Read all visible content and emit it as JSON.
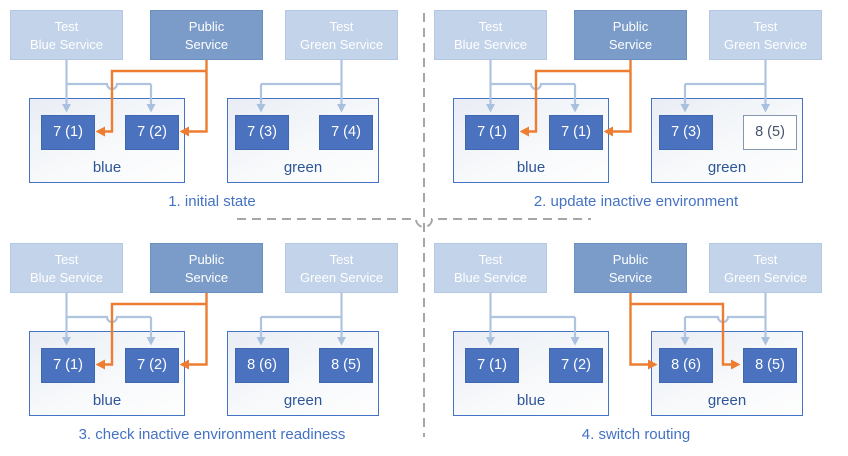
{
  "colors": {
    "pod_fill": "#4a72be",
    "pod_border": "#3e67b2",
    "pod_text": "#ffffff",
    "outlined_pod_fill": "#ffffff",
    "outlined_pod_border": "#8496b0",
    "outlined_pod_text": "#44546a",
    "test_service_fill": "#c3d3e9",
    "public_service_fill": "#7b9cc9",
    "service_text": "#ffffff",
    "test_connector": "#afc4e0",
    "public_connector_orange": "#ed7d31",
    "environment_border": "#4472c4",
    "environment_label_text": "#2e5597",
    "caption_text": "#4472c4",
    "divider_gray": "#a6a6a6"
  },
  "panels": [
    {
      "caption": "1. initial state",
      "public_traffic_target": "blue",
      "services": [
        {
          "line1": "Test",
          "line2": "Blue Service"
        },
        {
          "line1": "Public",
          "line2": "Service"
        },
        {
          "line1": "Test",
          "line2": "Green Service"
        }
      ],
      "environments": [
        {
          "label": "blue",
          "pods": [
            {
              "label": "7 (1)",
              "style": "solid"
            },
            {
              "label": "7 (2)",
              "style": "solid"
            }
          ]
        },
        {
          "label": "green",
          "pods": [
            {
              "label": "7 (3)",
              "style": "solid"
            },
            {
              "label": "7 (4)",
              "style": "solid"
            }
          ]
        }
      ]
    },
    {
      "caption": "2. update inactive environment",
      "public_traffic_target": "blue",
      "services": [
        {
          "line1": "Test",
          "line2": "Blue Service"
        },
        {
          "line1": "Public",
          "line2": "Service"
        },
        {
          "line1": "Test",
          "line2": "Green Service"
        }
      ],
      "environments": [
        {
          "label": "blue",
          "pods": [
            {
              "label": "7 (1)",
              "style": "solid"
            },
            {
              "label": "7 (1)",
              "style": "solid"
            }
          ]
        },
        {
          "label": "green",
          "pods": [
            {
              "label": "7 (3)",
              "style": "solid"
            },
            {
              "label": "8 (5)",
              "style": "outline"
            }
          ]
        }
      ]
    },
    {
      "caption": "3. check inactive environment readiness",
      "public_traffic_target": "blue",
      "services": [
        {
          "line1": "Test",
          "line2": "Blue Service"
        },
        {
          "line1": "Public",
          "line2": "Service"
        },
        {
          "line1": "Test",
          "line2": "Green Service"
        }
      ],
      "environments": [
        {
          "label": "blue",
          "pods": [
            {
              "label": "7 (1)",
              "style": "solid"
            },
            {
              "label": "7 (2)",
              "style": "solid"
            }
          ]
        },
        {
          "label": "green",
          "pods": [
            {
              "label": "8 (6)",
              "style": "solid"
            },
            {
              "label": "8 (5)",
              "style": "solid"
            }
          ]
        }
      ]
    },
    {
      "caption": "4. switch routing",
      "public_traffic_target": "green",
      "services": [
        {
          "line1": "Test",
          "line2": "Blue Service"
        },
        {
          "line1": "Public",
          "line2": "Service"
        },
        {
          "line1": "Test",
          "line2": "Green Service"
        }
      ],
      "environments": [
        {
          "label": "blue",
          "pods": [
            {
              "label": "7 (1)",
              "style": "solid"
            },
            {
              "label": "7 (2)",
              "style": "solid"
            }
          ]
        },
        {
          "label": "green",
          "pods": [
            {
              "label": "8 (6)",
              "style": "solid"
            },
            {
              "label": "8 (5)",
              "style": "solid"
            }
          ]
        }
      ]
    }
  ]
}
